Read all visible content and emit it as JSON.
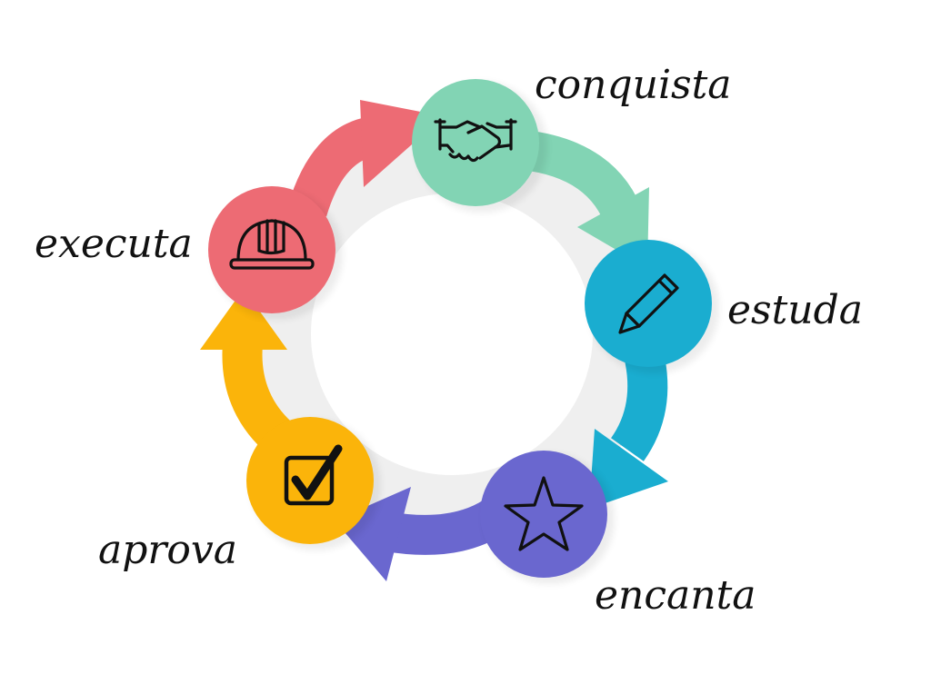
{
  "stages": [
    {
      "id": "conquista",
      "label": "conquista",
      "icon": "handshake-icon",
      "color": "#82d4b4"
    },
    {
      "id": "estuda",
      "label": "estuda",
      "icon": "pencil-icon",
      "color": "#1aadd0"
    },
    {
      "id": "encanta",
      "label": "encanta",
      "icon": "star-icon",
      "color": "#6a67cf"
    },
    {
      "id": "aprova",
      "label": "aprova",
      "icon": "checkbox-icon",
      "color": "#fbb40a"
    },
    {
      "id": "executa",
      "label": "executa",
      "icon": "hard-hat-icon",
      "color": "#ed6b74"
    }
  ],
  "ring_color": "#efefef",
  "icon_color": "#111111"
}
